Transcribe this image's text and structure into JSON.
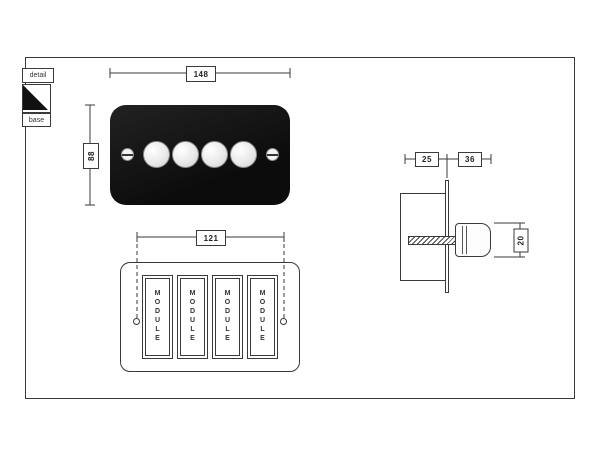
{
  "legend": {
    "detail": "detail",
    "base": "base"
  },
  "front_view": {
    "width": "148",
    "height": "88"
  },
  "side_view": {
    "depth_left": "25",
    "depth_right": "36",
    "knob_height": "20"
  },
  "rear_view": {
    "width": "121",
    "modules": [
      "MODULE",
      "MODULE",
      "MODULE",
      "MODULE"
    ]
  },
  "colors": {
    "line": "#3a3a3a",
    "plate": "#111111",
    "background": "#ffffff"
  }
}
